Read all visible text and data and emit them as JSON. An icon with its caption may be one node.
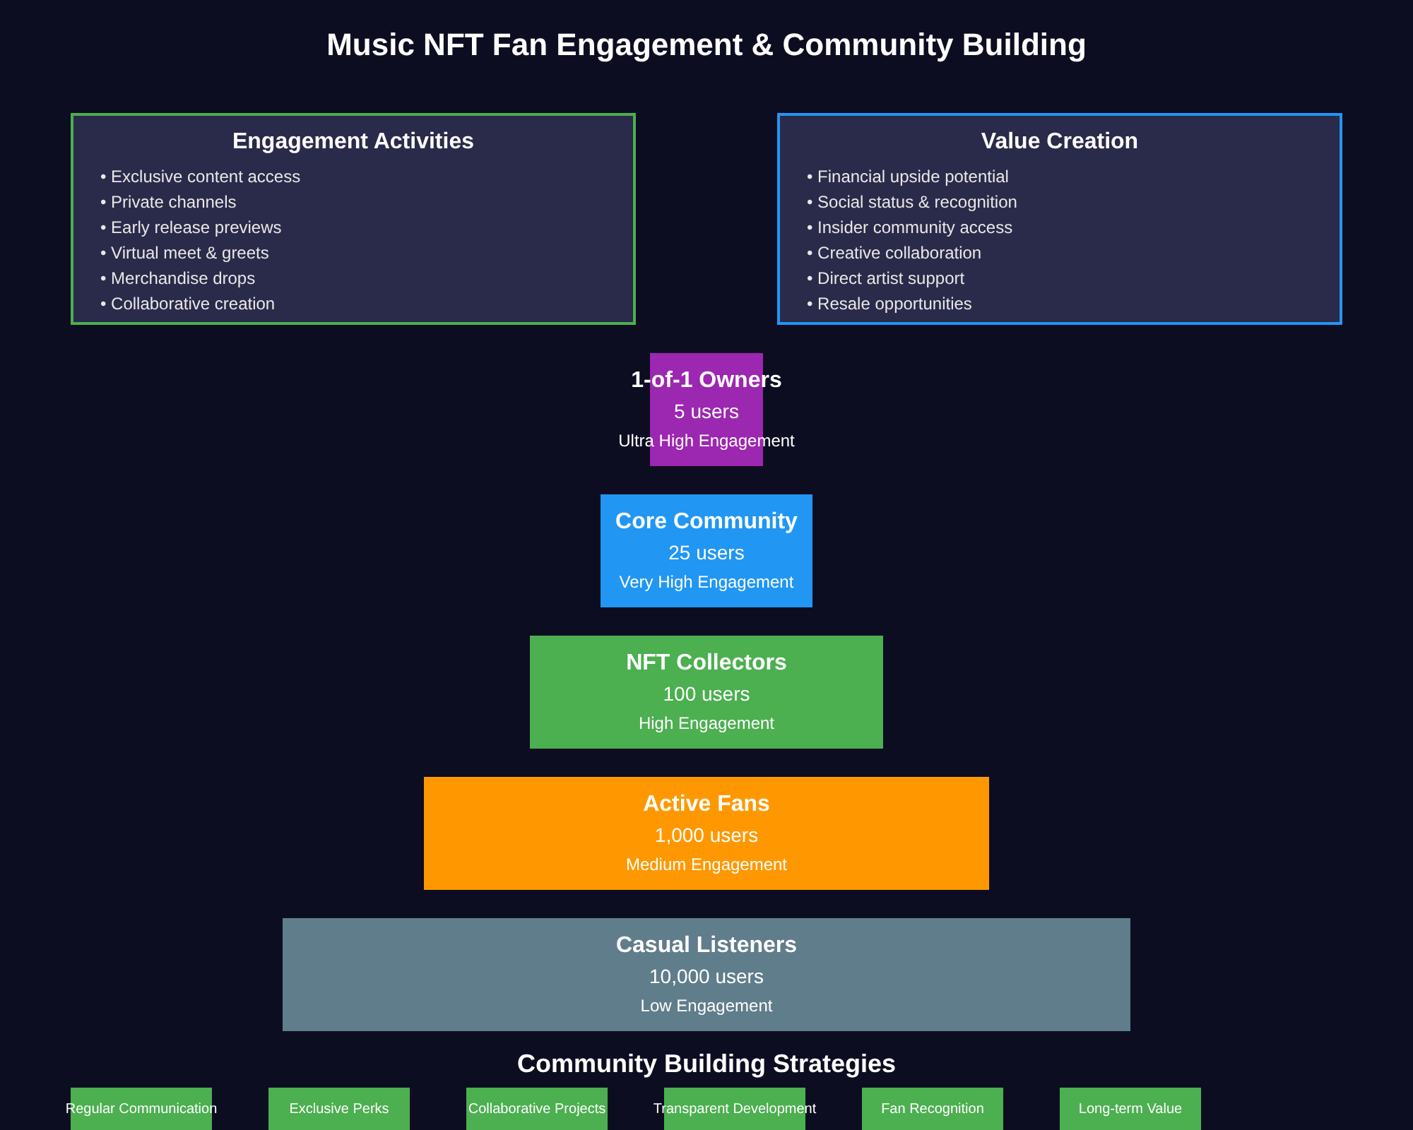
{
  "diagram": {
    "title": "Music NFT Fan Engagement & Community Building",
    "nodes": [
      {
        "text": [
          "Engagement Activities",
          "• Exclusive content access",
          "• Private channels",
          "• Early release previews",
          "• Virtual meet & greets",
          "• Merchandise drops",
          "• Collaborative creation"
        ]
      },
      {
        "text": [
          "Value Creation",
          "• Financial upside potential",
          "• Social status & recognition",
          "• Insider community access",
          "• Creative collaboration",
          "• Direct artist support",
          "• Resale opportunities"
        ]
      },
      {
        "text": [
          "1-of-1 Owners",
          "5 users",
          "Ultra High Engagement"
        ]
      },
      {
        "text": [
          "Core Community",
          "25 users",
          "Very High Engagement"
        ]
      },
      {
        "text": [
          "NFT Collectors",
          "100 users",
          "High Engagement"
        ]
      },
      {
        "text": [
          "Active Fans",
          "1,000 users",
          "Medium Engagement"
        ]
      },
      {
        "text": [
          "Casual Listeners",
          "10,000 users",
          "Low Engagement"
        ]
      },
      {
        "text": [
          "Regular Communication"
        ]
      },
      {
        "text": [
          "Exclusive Perks"
        ]
      },
      {
        "text": [
          "Collaborative Projects"
        ]
      },
      {
        "text": [
          "Transparent Development"
        ]
      },
      {
        "text": [
          "Fan Recognition"
        ]
      },
      {
        "text": [
          "Long-term Value"
        ]
      }
    ],
    "edges": [],
    "labels": [
      "Community Building Strategies"
    ]
  }
}
